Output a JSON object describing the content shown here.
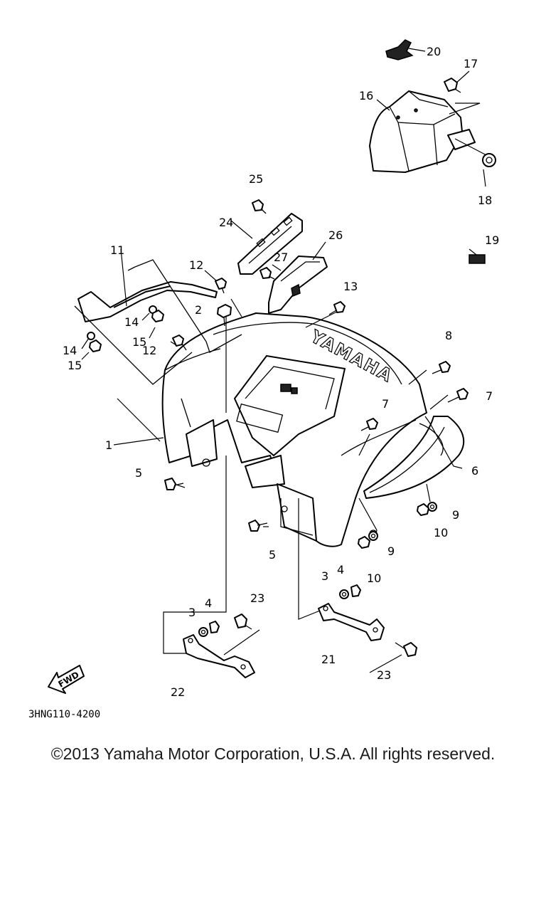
{
  "diagram": {
    "fender_text": "YAMAHA",
    "fwd_label": "FWD",
    "catalog_code": "3HNG110-4200",
    "callouts": [
      {
        "id": "c1",
        "text": "1"
      },
      {
        "id": "c2",
        "text": "2"
      },
      {
        "id": "c3a",
        "text": "3"
      },
      {
        "id": "c3b",
        "text": "3"
      },
      {
        "id": "c4a",
        "text": "4"
      },
      {
        "id": "c4b",
        "text": "4"
      },
      {
        "id": "c5a",
        "text": "5"
      },
      {
        "id": "c5b",
        "text": "5"
      },
      {
        "id": "c6",
        "text": "6"
      },
      {
        "id": "c7a",
        "text": "7"
      },
      {
        "id": "c7b",
        "text": "7"
      },
      {
        "id": "c8",
        "text": "8"
      },
      {
        "id": "c9a",
        "text": "9"
      },
      {
        "id": "c9b",
        "text": "9"
      },
      {
        "id": "c10a",
        "text": "10"
      },
      {
        "id": "c10b",
        "text": "10"
      },
      {
        "id": "c11",
        "text": "11"
      },
      {
        "id": "c12a",
        "text": "12"
      },
      {
        "id": "c12b",
        "text": "12"
      },
      {
        "id": "c13",
        "text": "13"
      },
      {
        "id": "c14a",
        "text": "14"
      },
      {
        "id": "c14b",
        "text": "14"
      },
      {
        "id": "c15a",
        "text": "15"
      },
      {
        "id": "c15b",
        "text": "15"
      },
      {
        "id": "c16",
        "text": "16"
      },
      {
        "id": "c17",
        "text": "17"
      },
      {
        "id": "c18",
        "text": "18"
      },
      {
        "id": "c19",
        "text": "19"
      },
      {
        "id": "c20",
        "text": "20"
      },
      {
        "id": "c21",
        "text": "21"
      },
      {
        "id": "c22",
        "text": "22"
      },
      {
        "id": "c23a",
        "text": "23"
      },
      {
        "id": "c23b",
        "text": "23"
      },
      {
        "id": "c24",
        "text": "24"
      },
      {
        "id": "c25",
        "text": "25"
      },
      {
        "id": "c26",
        "text": "26"
      },
      {
        "id": "c27",
        "text": "27"
      }
    ]
  },
  "footer": {
    "copyright": "©2013 Yamaha Motor Corporation, U.S.A. All rights reserved."
  }
}
